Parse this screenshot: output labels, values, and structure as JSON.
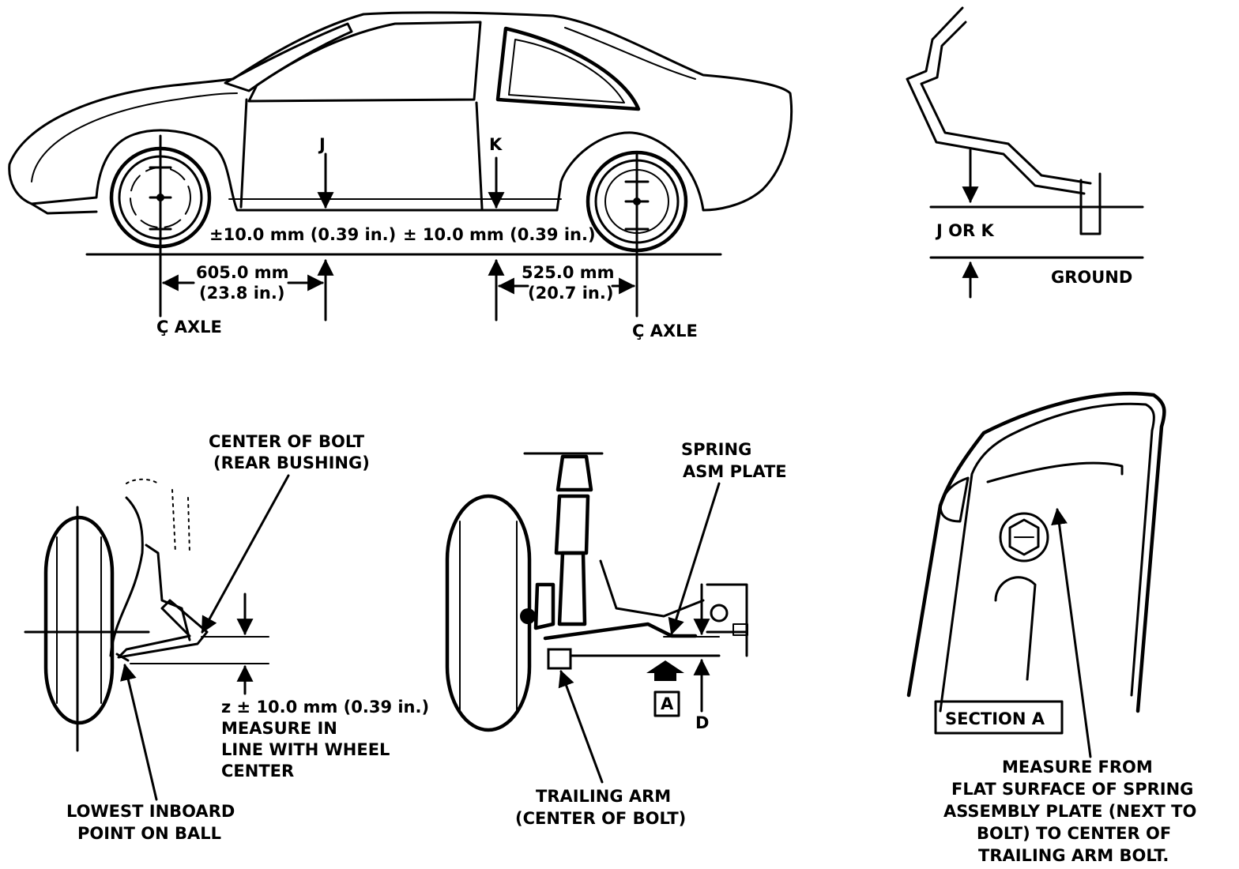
{
  "top_view": {
    "label_j": "J",
    "label_k": "K",
    "tol_j": "±10.0 mm (0.39 in.)",
    "tol_k": "± 10.0 mm (0.39 in.)",
    "front_dim_mm": "605.0 mm",
    "front_dim_in": "(23.8 in.)",
    "rear_dim_mm": "525.0 mm",
    "rear_dim_in": "(20.7 in.)",
    "front_axle": "Ç AXLE",
    "rear_axle": "Ç AXLE"
  },
  "detail_rocker": {
    "label_jk": "J OR K",
    "label_ground": "GROUND"
  },
  "front_suspension": {
    "bolt_line1": "CENTER OF BOLT",
    "bolt_line2": "(REAR BUSHING)",
    "z_line1": "z ± 10.0 mm (0.39 in.)",
    "z_line2": "MEASURE IN",
    "z_line3": "LINE WITH WHEEL",
    "z_line4": "CENTER",
    "ball_line1": "LOWEST INBOARD",
    "ball_line2": "POINT ON BALL"
  },
  "rear_suspension": {
    "spring_line1": "SPRING",
    "spring_line2": "ASM PLATE",
    "label_a": "A",
    "label_d": "D",
    "arm_line1": "TRAILING ARM",
    "arm_line2": "(CENTER OF BOLT)"
  },
  "section_a": {
    "title": "SECTION A",
    "note_line1": "MEASURE FROM",
    "note_line2": "FLAT SURFACE OF SPRING",
    "note_line3": "ASSEMBLY PLATE (NEXT TO",
    "note_line4": "BOLT) TO CENTER OF",
    "note_line5": "TRAILING ARM BOLT."
  }
}
